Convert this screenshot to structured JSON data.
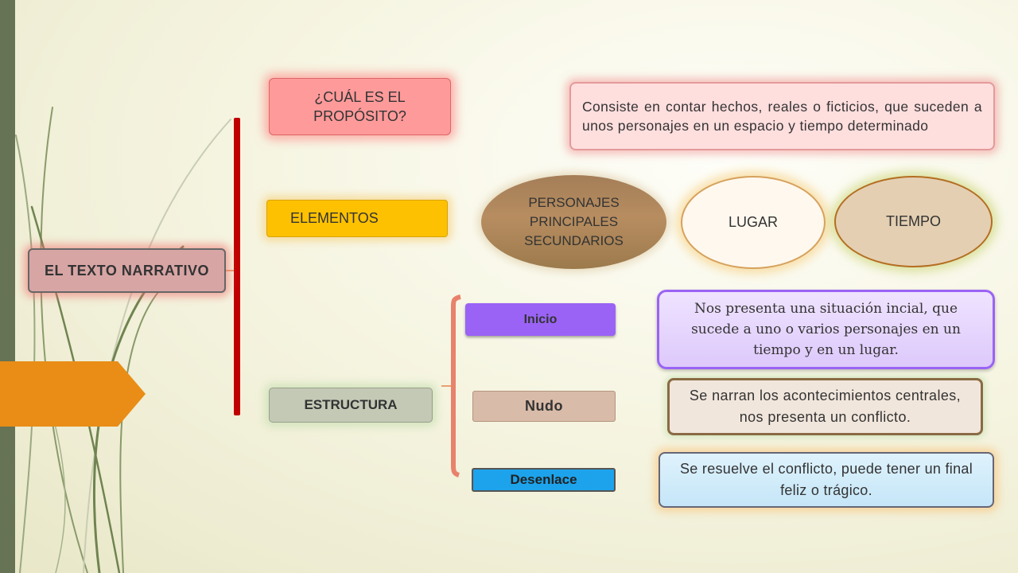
{
  "diagram": {
    "root": "EL TEXTO NARRATIVO",
    "branches": {
      "proposito": {
        "label": "¿CUÁL ES EL PROPÓSITO?",
        "description": "Consiste en contar hechos, reales o ficticios, que suceden a unos personajes en un espacio y tiempo determinado"
      },
      "elementos": {
        "label": "ELEMENTOS",
        "personajes": [
          "PERSONAJES",
          "PRINCIPALES",
          "SECUNDARIOS"
        ],
        "lugar": "LUGAR",
        "tiempo": "TIEMPO"
      },
      "estructura": {
        "label": "ESTRUCTURA",
        "parts": [
          {
            "label": "Inicio",
            "description": "Nos presenta una situación incial, que sucede a uno o varios personajes en un tiempo y en un lugar."
          },
          {
            "label": "Nudo",
            "description": "Se narran los acontecimientos centrales, nos presenta un conflicto."
          },
          {
            "label": "Desenlace",
            "description": "Se resuelve el conflicto, puede tener un final feliz o trágico."
          }
        ]
      }
    }
  },
  "colors": {
    "main_bracket": "#c00000",
    "structure_bracket": "#e8826c",
    "arrow": "#e98d16",
    "side_bar": "#667354"
  }
}
